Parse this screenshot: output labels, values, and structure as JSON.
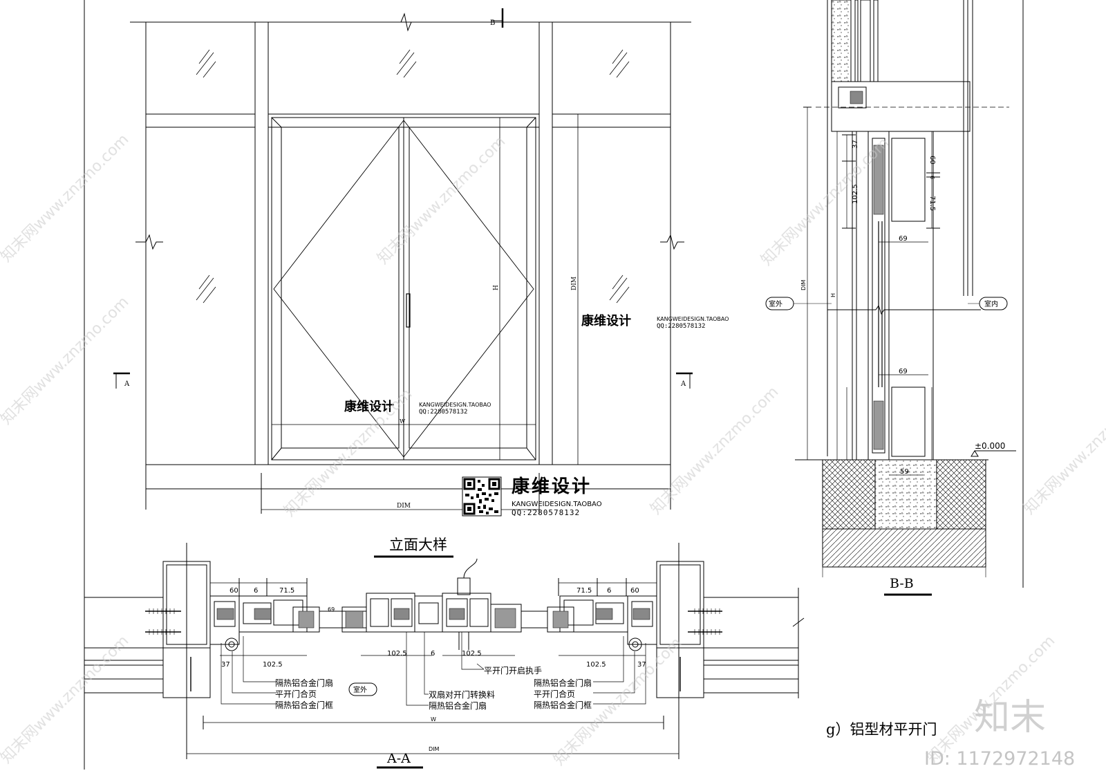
{
  "colors": {
    "line": "#000000",
    "paper": "#ffffff",
    "watermark": "#c8c8c8"
  },
  "elevation": {
    "title": "立面大样",
    "dim_bottom": "DIM",
    "dim_right": "DIM",
    "dim_height": "H",
    "dim_width": "W",
    "section_a_left": "A",
    "section_a_right": "A",
    "section_b_top": "B"
  },
  "section_aa": {
    "title": "A-A",
    "dims_left": [
      "60",
      "6",
      "71.5"
    ],
    "dims_right": [
      "71.5",
      "6",
      "60"
    ],
    "dim_37_left": "37",
    "dim_37_right": "37",
    "dim_1025_a": "102.5",
    "dim_1025_b": "102.5",
    "dim_1025_c": "102.5",
    "dim_1025_d": "102.5",
    "dim_6": "6",
    "dim_69": "69",
    "dim_w": "W",
    "dim_dim": "DIM",
    "room_outside": "室外",
    "label_handle": "平开门开启执手",
    "label_double_leaf": "双扇对开门转换料",
    "label_leaf_center": "隔热铝合金门扇",
    "labels_left": [
      "隔热铝合金门扇",
      "平开门合页",
      "隔热铝合金门框"
    ],
    "labels_right": [
      "隔热铝合金门扇",
      "平开门合页",
      "隔热铝合金门框"
    ]
  },
  "section_bb": {
    "title": "B-B",
    "room_outside": "室外",
    "room_inside": "室内",
    "level": "±0.000",
    "dim_37": "37",
    "dim_1025": "102.5",
    "dim_60": "60",
    "dim_6": "6",
    "dim_715": "71.5",
    "dim_69_top": "69",
    "dim_69_bottom": "69",
    "dim_59": "59",
    "dim_dim": "DIM",
    "dim_h": "H"
  },
  "drawing_title": "g）铝型材平开门",
  "branding": {
    "name": "康维设计",
    "site": "KANGWEIDESIGN.TAOBAO",
    "qq": "QQ:2280578132",
    "watermark_text": "知末网www.znzmo.com",
    "logo": "知末",
    "id_text": "ID: 1172972148"
  }
}
